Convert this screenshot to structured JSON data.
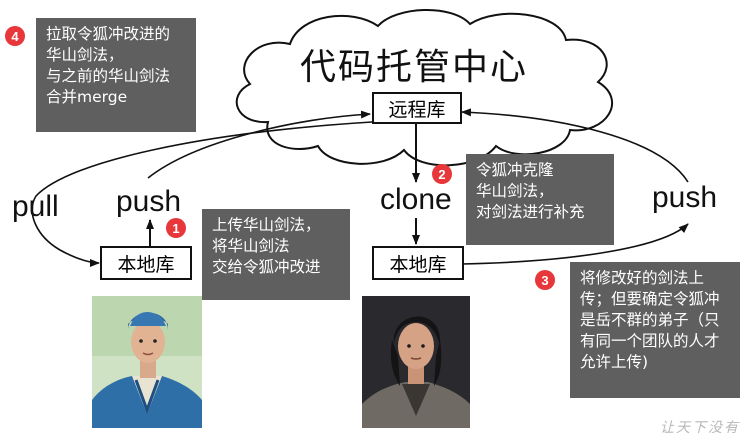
{
  "title": "代码托管中心",
  "remote_repo": "远程库",
  "left": {
    "pull": "pull",
    "push": "push",
    "local_repo": "本地库"
  },
  "right": {
    "clone": "clone",
    "push": "push",
    "local_repo": "本地库"
  },
  "notes": [
    {
      "badge": "1",
      "lines": [
        "上传华山剑法，",
        "将华山剑法",
        "交给令狐冲改进"
      ]
    },
    {
      "badge": "2",
      "lines": [
        "令狐冲克隆",
        "华山剑法，",
        "对剑法进行补充"
      ]
    },
    {
      "badge": "3",
      "lines": [
        "将修改好的剑法上",
        "传；但要确定令狐冲",
        "是岳不群的弟子（只",
        "有同一个团队的人才",
        "允许上传)"
      ]
    },
    {
      "badge": "4",
      "lines": [
        "拉取令狐冲改进的",
        "华山剑法，",
        "与之前的华山剑法",
        "合并merge"
      ]
    }
  ],
  "colors": {
    "note_bg": "#5f5f5f",
    "badge": "#e8373b",
    "line": "#111111"
  },
  "watermark": "让天下没有"
}
